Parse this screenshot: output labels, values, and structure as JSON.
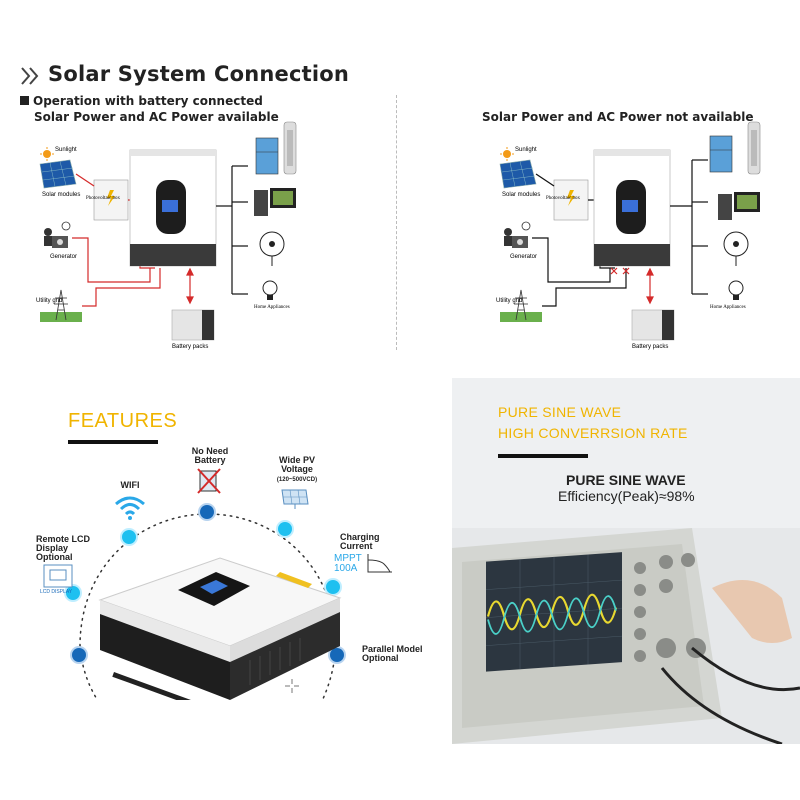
{
  "header": {
    "title": "Solar System Connection",
    "left_heading_line1": "Operation with battery connected",
    "left_heading_line2": "Solar Power and AC Power available",
    "right_heading": "Solar Power and AC Power not available"
  },
  "diagram_left": {
    "sunlight": "Sunlight",
    "solar_modules": "Solar modules",
    "photovoltaic_box": "Photovoltaic box",
    "generator": "Generator",
    "utility_grid": "Utility grid",
    "battery_packs": "Battery packs",
    "home_appliances": "Home Appliances"
  },
  "diagram_right": {
    "sunlight": "Sunlight",
    "solar_modules": "Solar modules",
    "photovoltaic_box": "Photovoltaic box",
    "generator": "Generator",
    "utility_grid": "Utility grid",
    "battery_packs": "Battery packs",
    "home_appliances": "Home Appliances"
  },
  "features": {
    "title": "FEATURES",
    "no_need_battery_1": "No Need",
    "no_need_battery_2": "Battery",
    "wifi": "WIFI",
    "wide_pv_1": "Wide PV",
    "wide_pv_2": "Voltage",
    "wide_pv_range": "(120~500VCD)",
    "remote_lcd_1": "Remote LCD",
    "remote_lcd_2": "Display",
    "remote_lcd_3": "Optional",
    "lcd_display_tag": "LCD DISPLAY",
    "charging_1": "Charging",
    "charging_2": "Current",
    "mppt_1": "MPPT",
    "mppt_2": "100A",
    "parallel_1": "Parallel Model",
    "parallel_2": "Optional"
  },
  "sine": {
    "title_line1": "PURE SINE WAVE",
    "title_line2": "HIGH CONVERRSION RATE",
    "heading": "PURE SINE WAVE",
    "efficiency": "Efficiency(Peak)≈98%"
  },
  "colors": {
    "accent_yellow": "#f0b400",
    "wire_red": "#d42a2a",
    "dot_light": "#1ec0f0",
    "dot_dark": "#1668b8"
  }
}
